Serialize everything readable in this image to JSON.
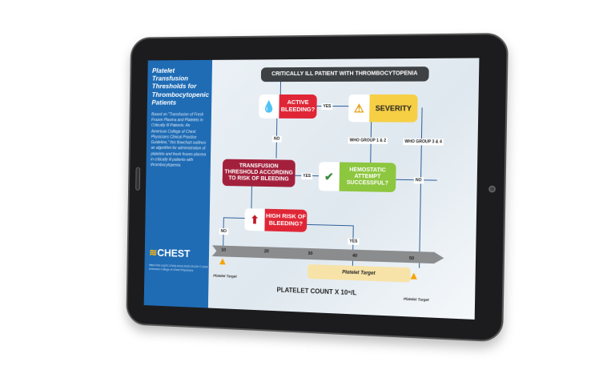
{
  "sidebar": {
    "title": "Platelet Transfusion Thresholds for Thrombocytopenic Patients",
    "description": "Based on \"Transfusion of Fresh Frozen Plasma and Platelets in Critically Ill Patients: An American College of Chest Physicians Clinical Practice Guideline,\" this flowchart outlines an algorithm for administration of platelets and fresh frozen plasma in critically ill patients with thrombocytopenia.",
    "logo": "CHEST",
    "citation": "https://doi.org/10.1016/j.chest.2025.03.029 © 2025 American College of Chest Physicians"
  },
  "flow": {
    "start": "CRITICALLY ILL PATIENT WITH THROMBOCYTOPENIA",
    "active_bleeding": "ACTIVE BLEEDING?",
    "severity": "SEVERITY",
    "transfusion": "TRANSFUSION THRESHOLD ACCORDING TO RISK OF BLEEDING",
    "hemostatic": "HEMOSTATIC ATTEMPT SUCCESSFUL?",
    "high_risk": "HIGH RISK OF BLEEDING?",
    "yes": "YES",
    "no": "NO",
    "who12": "WHO GROUP 1 & 2",
    "who34": "WHO GROUP 3 & 4"
  },
  "axis": {
    "ticks": [
      "10",
      "20",
      "30",
      "40",
      "50"
    ],
    "label": "PLATELET COUNT X 10⁹/L",
    "target": "Platelet Target"
  },
  "colors": {
    "red": "#e02636",
    "yellow": "#f6cf45",
    "green": "#8dc63f",
    "maroon": "#a3203c",
    "dark": "#3e4144",
    "blue": "#1f6cb5"
  }
}
